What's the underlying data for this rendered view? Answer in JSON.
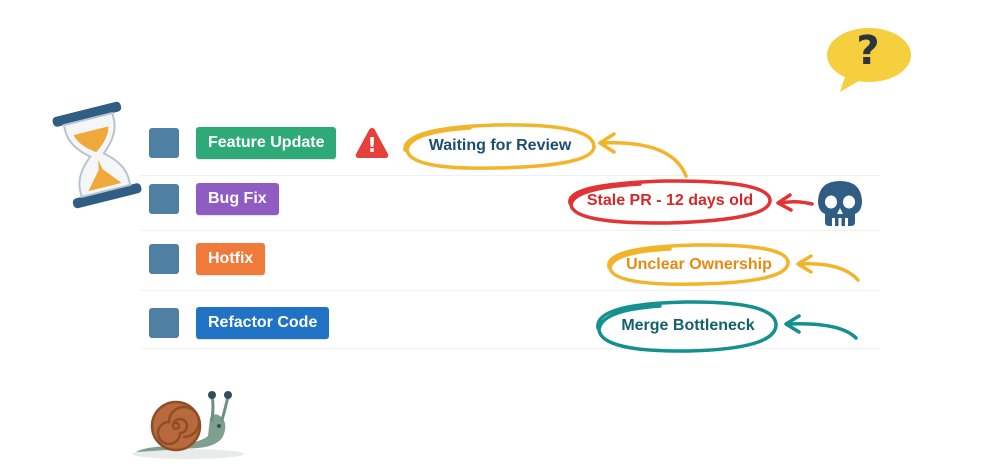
{
  "tasks": [
    {
      "label": "Feature Update",
      "color": "#2eaa78"
    },
    {
      "label": "Bug Fix",
      "color": "#8f5cc4"
    },
    {
      "label": "Hotfix",
      "color": "#f07a3a"
    },
    {
      "label": "Refactor Code",
      "color": "#1f72c4"
    }
  ],
  "notes": {
    "waiting": {
      "text": "Waiting for Review",
      "color": "#f2b428",
      "text_color": "#1d4e6e"
    },
    "stale": {
      "text": "Stale PR - 12 days old",
      "color": "#e23434",
      "text_color": "#d62828"
    },
    "ownership": {
      "text": "Unclear Ownership",
      "color": "#f2b428",
      "text_color": "#e68a10"
    },
    "bottleneck": {
      "text": "Merge Bottleneck",
      "color": "#14908f",
      "text_color": "#14606e"
    }
  },
  "question_bubble": {
    "glyph": "?",
    "color": "#f6cf3e"
  },
  "warning_glyph": "!"
}
